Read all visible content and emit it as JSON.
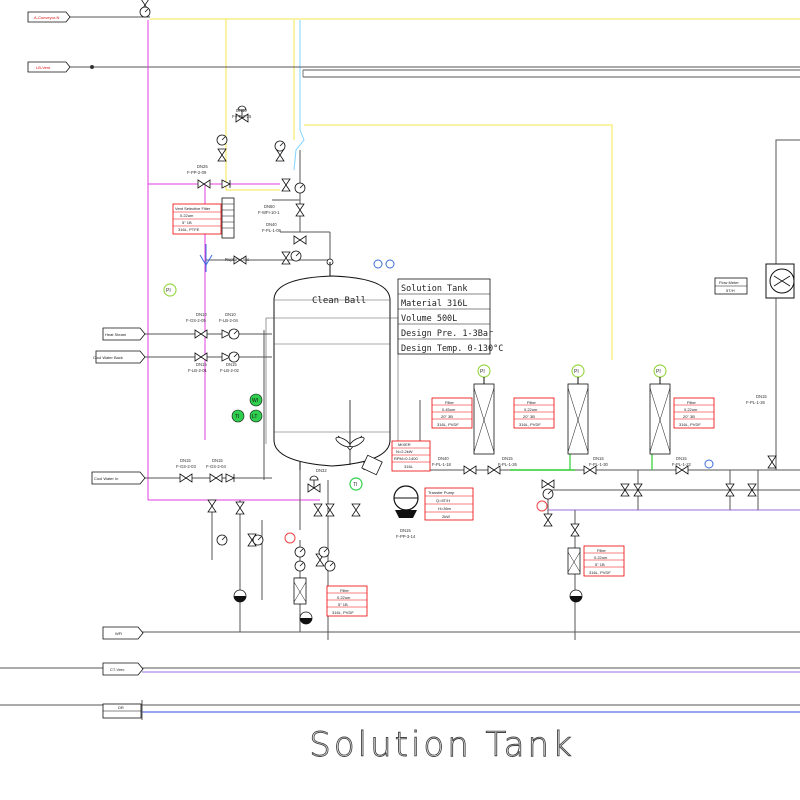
{
  "title": "Solution Tank",
  "tank": {
    "top_label": "Clean Ball",
    "spec_lines": [
      "Solution Tank",
      "Material    316L",
      "Volume     500L",
      "Design Pre. 1-3Bar",
      "Design Temp. 0-130°C"
    ]
  },
  "utilities": {
    "heat_steam": "Heat Steam",
    "cool_water_back": "Cool Water Back",
    "cool_water_in": "Cool Water In",
    "wfi": "WFI",
    "clean": "CT-Vrec",
    "drain": "DR",
    "top_left_1": "A-Conveyor-N",
    "top_left_2": "LB-Vent"
  },
  "vent_filter": [
    "Vent Selective Filter",
    "0.22um",
    "5\"  1B",
    "316L, PTFE"
  ],
  "filters": [
    [
      "Filter",
      "0.45um",
      "20\"  3B",
      "316L, PVDF"
    ],
    [
      "Filter",
      "0.22um",
      "20\"  3B",
      "316L, PVDF"
    ],
    [
      "Filter",
      "0.22um",
      "20\"  3B",
      "316L, PVDF"
    ],
    [
      "Filter",
      "0.22um",
      "5\"  1B",
      "316L, PVDF"
    ],
    [
      "Filter",
      "0.22um",
      "5\"  1B",
      "316L, PVDF"
    ]
  ],
  "pump": {
    "label": [
      "Transfer Pump",
      "Q=5T/H",
      "H=36m",
      "2kW"
    ],
    "tag_top": [
      "MIXER",
      "N=2.2kW",
      "RPM=0-1400",
      "316L"
    ],
    "tag_below": [
      "DN15",
      "F-PP-3-14"
    ]
  },
  "flow_meter": [
    "Flow Meter",
    "5T/H"
  ],
  "instruments": {
    "pi": "PI",
    "ti": "TI",
    "wi": "WI",
    "lt": "LT"
  },
  "tags": {
    "dn_vent1": "DN10",
    "f_vent1": "F-PP-2-25",
    "dn_vent2": "DN25",
    "f_vent2": "F-PP-2-09",
    "dn_vent3": "DN50",
    "f_vent3": "F-WFI-10-1",
    "dn_vent4": "DN40",
    "f_vent4": "F-PL-1-09",
    "rupture": "Rupture Disc",
    "dn_hs1": "DN10",
    "f_hs1": "F-GS-2-05",
    "dn_hs2": "DN10",
    "f_hs2": "F-LB-2-04",
    "dn_cb1": "DN15",
    "f_cb1": "F-LB-2-01",
    "dn_cb2": "DN15",
    "f_cb2": "F-LB-2-02",
    "dn_ci1": "DN15",
    "f_ci1": "F-GS-2-03",
    "dn_ci2": "DN15",
    "f_ci2": "F-GS-2-04",
    "dn_out": "DN40",
    "f_out": "F-PL-1-18",
    "dn_f1": "DN15",
    "f_f1": "F-PL-1-30",
    "dn_f2": "DN15",
    "f_f2": "F-PL-1-22",
    "dn_f3": "DN15",
    "f_f3": "F-PL-1-26",
    "dn_rt": "DN15",
    "f_rt": "F-PL-1-26"
  }
}
